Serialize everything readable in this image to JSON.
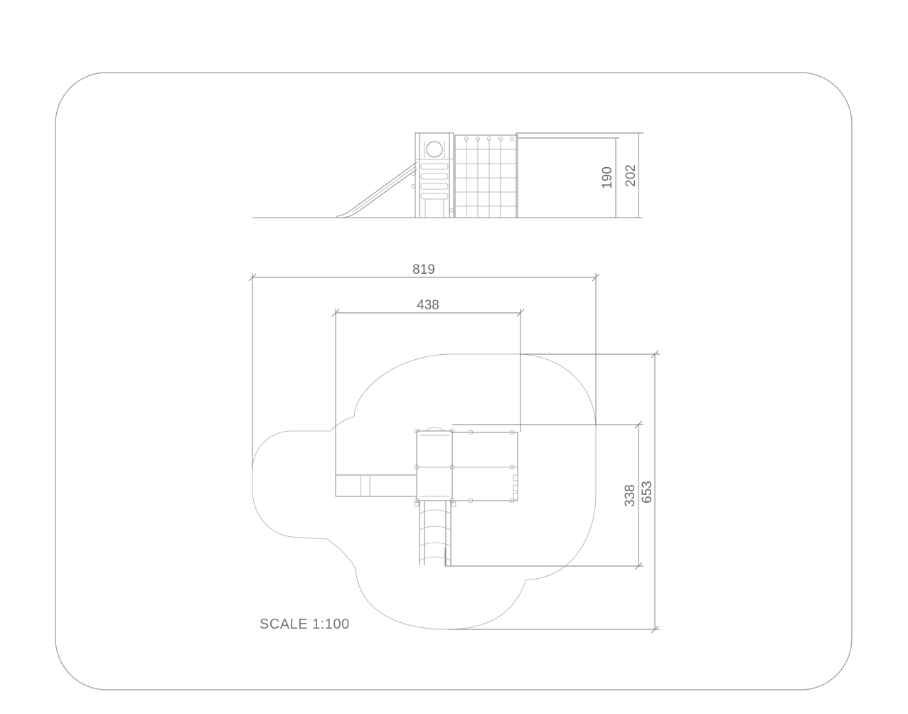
{
  "dimensions": {
    "overall_width": "819",
    "structure_width": "438",
    "overall_depth": "653",
    "structure_depth": "338",
    "platform_height": "190",
    "total_height": "202"
  },
  "scale_label": "SCALE 1:100",
  "colors": {
    "line": "#8a8a8a",
    "text": "#6a6a6a",
    "frame": "#9a9a9a"
  }
}
